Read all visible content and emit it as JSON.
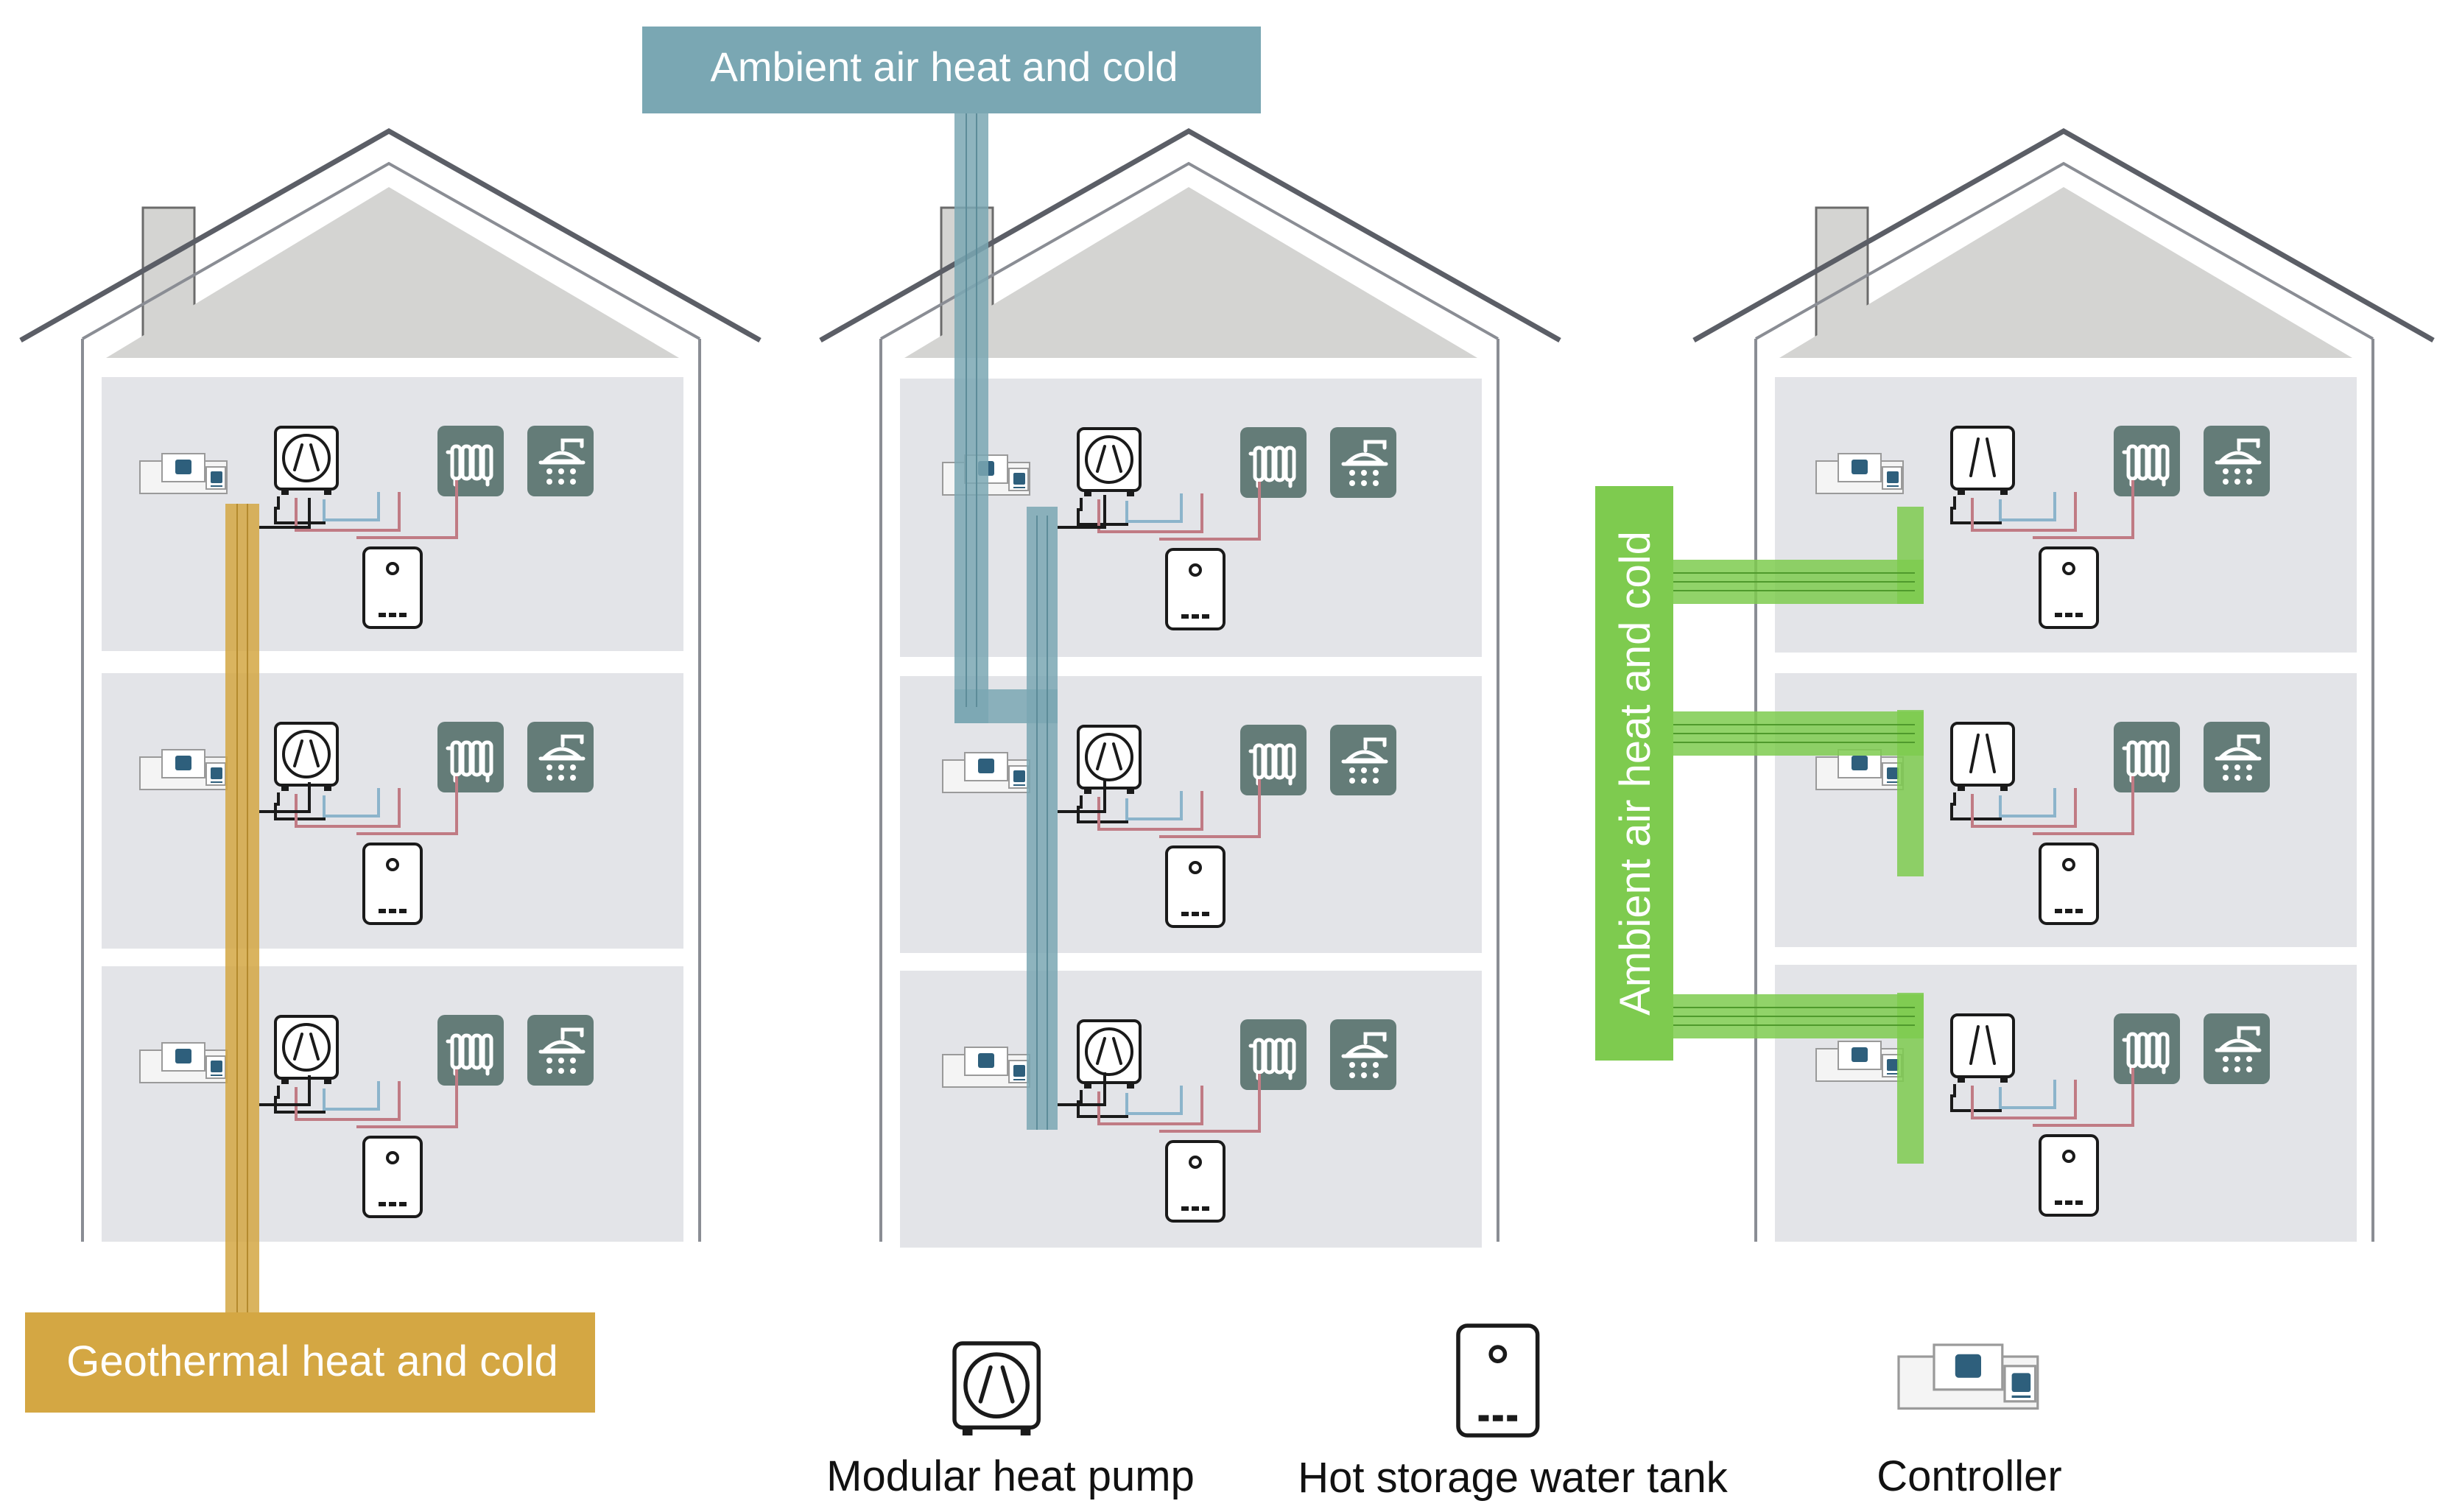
{
  "sources": {
    "geothermal": "Geothermal heat and cold",
    "ambient_shared": "Ambient air heat and cold",
    "ambient_individual": "Ambient air heat and cold"
  },
  "legend": {
    "heat_pump": "Modular heat pump",
    "water_tank": "Hot storage water tank",
    "controller": "Controller"
  },
  "colors": {
    "geothermal": "#d4a743",
    "ambient_shared": "#7aa7b3",
    "ambient_individual": "#7ecb4f",
    "fixture_tile": "#647c78",
    "floor_panel": "#e3e4e8",
    "roof_gray": "#d4d4d2",
    "supply_red": "#c07b84",
    "return_blue": "#8cb4cb",
    "controller_blue": "#2e5f7c"
  },
  "icons": {
    "radiator": "radiator-icon",
    "shower": "shower-icon",
    "heat_pump": "heat-pump-icon",
    "water_tank": "water-tank-icon",
    "controller": "controller-icon"
  }
}
